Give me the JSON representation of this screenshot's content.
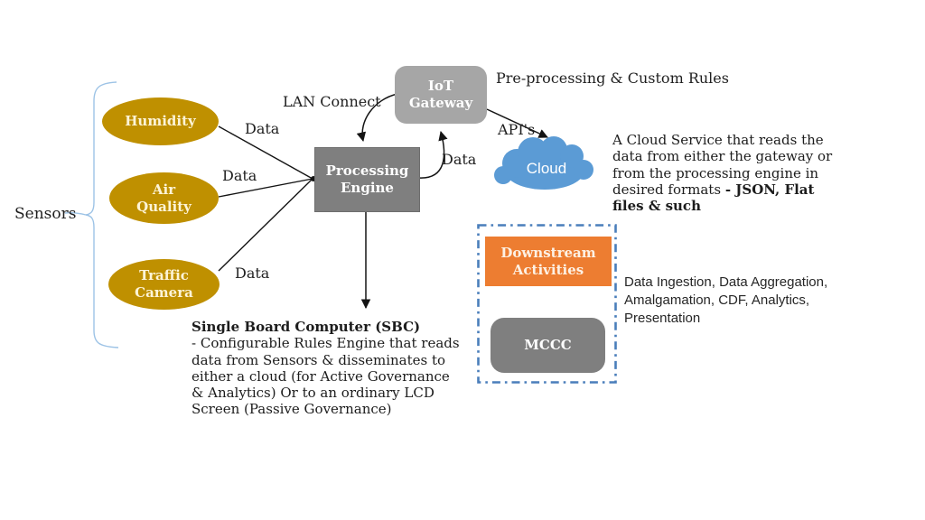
{
  "sensors": {
    "group_label": "Sensors",
    "nodes": [
      {
        "label": "Humidity"
      },
      {
        "label": "Air\nQuality"
      },
      {
        "label": "Traffic\nCamera"
      }
    ]
  },
  "nodes": {
    "processing_engine": {
      "label": "Processing\nEngine"
    },
    "iot_gateway": {
      "label": "IoT\nGateway"
    },
    "cloud": {
      "label": "Cloud"
    },
    "downstream": {
      "label": "Downstream\nActivities"
    },
    "mccc": {
      "label": "MCCC"
    }
  },
  "edge_labels": {
    "humidity_data": "Data",
    "air_quality_data": "Data",
    "traffic_data": "Data",
    "engine_to_gateway_data": "Data",
    "lan_connect": "LAN Connect",
    "apis": "API's"
  },
  "annotations": {
    "preprocessing": "Pre-processing & Custom Rules",
    "cloud_note": "A Cloud Service that reads the data from either the gateway or from the processing engine in desired formats ",
    "cloud_note_bold": "- JSON, Flat files & such",
    "sbc_title": "Single Board Computer (SBC)",
    "sbc_body": "- Configurable Rules Engine that reads data from  Sensors & disseminates to either a cloud (for Active Governance & Analytics) Or to an ordinary LCD Screen (Passive Governance)",
    "downstream_note": "Data Ingestion, Data Aggregation, Amalgamation, CDF, Analytics, Presentation"
  },
  "colors": {
    "sensor_fill": "#BF9000",
    "engine_fill": "#7F7F7F",
    "gateway_fill": "#A6A6A6",
    "cloud_fill": "#5B9BD5",
    "downstream_fill": "#ED7D31",
    "dash_border": "#4A7EBB",
    "brace": "#9DC3E6",
    "arrow": "#141414"
  }
}
